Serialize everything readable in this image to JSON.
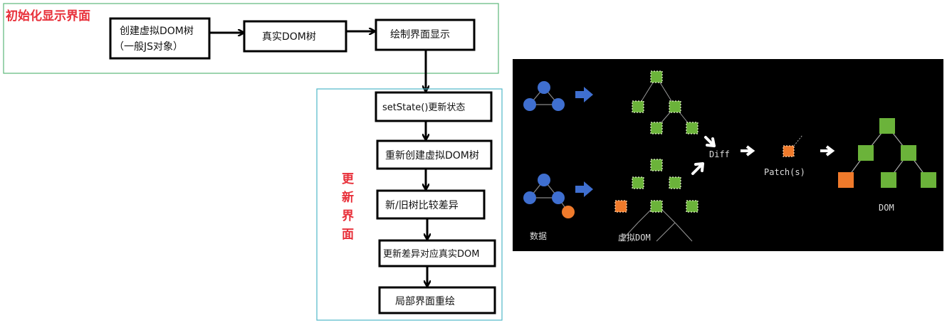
{
  "init_section": {
    "title": "初始化显示界面",
    "steps": [
      {
        "line1": "创建虚拟DOM树",
        "line2": "（一般JS对象）"
      },
      {
        "line1": "真实DOM树"
      },
      {
        "line1": "绘制界面显示"
      }
    ]
  },
  "update_section": {
    "title_chars": [
      "更",
      "新",
      "界",
      "面"
    ],
    "steps": [
      "setState()更新状态",
      "重新创建虚拟DOM树",
      "新/旧树比较差异",
      "更新差异对应真实DOM",
      "局部界面重绘"
    ]
  },
  "vdom_illustration": {
    "labels": {
      "data": "数据",
      "virtual_dom": "虚拟DOM",
      "diff": "Diff",
      "patches": "Patch(s)",
      "dom": "DOM"
    },
    "colors": {
      "data_node": "#3f6fd0",
      "tree_node": "#6bb33a",
      "changed_node": "#ef7a2b",
      "background": "#000000"
    }
  }
}
